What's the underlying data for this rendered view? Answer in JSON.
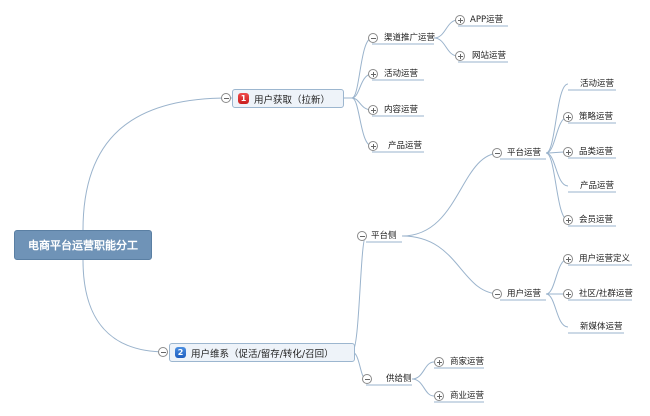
{
  "root": {
    "label": "电商平台运营职能分工"
  },
  "acquisition": {
    "label": "用户获取（拉新）",
    "badge": "1",
    "channel": {
      "label": "渠道推广运营",
      "children": [
        "APP运营",
        "网站运营"
      ]
    },
    "activity": "活动运营",
    "content": "内容运营",
    "product": "产品运营"
  },
  "maintenance": {
    "label": "用户维系（促活/留存/转化/召回）",
    "badge": "2",
    "platform_side": {
      "label": "平台侧",
      "platform_ops": {
        "label": "平台运营",
        "children": [
          "活动运营",
          "策略运营",
          "品类运营",
          "产品运营",
          "会员运营"
        ]
      },
      "user_ops": {
        "label": "用户运营",
        "children": [
          "用户运营定义",
          "社区/社群运营",
          "新媒体运营"
        ]
      }
    },
    "supply_side": {
      "label": "供给侧",
      "children": [
        "商家运营",
        "商业运营"
      ]
    }
  },
  "colors": {
    "connector": "#9ab3cc",
    "root_fill": "#6f93b7",
    "badge_red": "#d92b2b",
    "badge_blue": "#2a6fd0"
  }
}
